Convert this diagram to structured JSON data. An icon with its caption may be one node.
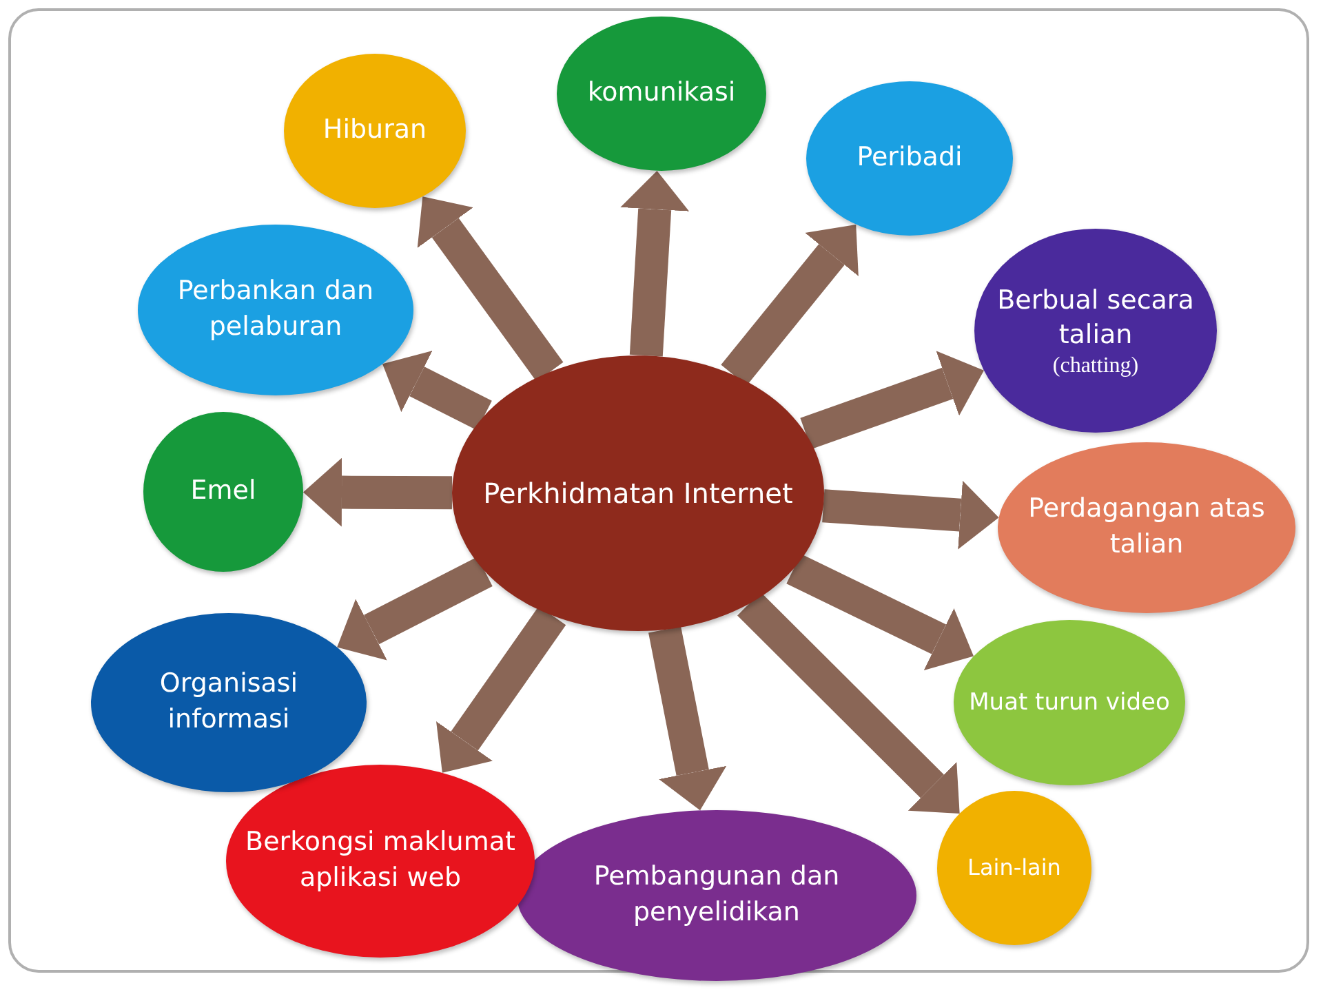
{
  "diagram": {
    "nodes": [
      {
        "text": [
          "Perkhidmatan Internet"
        ]
      },
      {
        "text": [
          "komunikasi"
        ]
      },
      {
        "text": [
          "Peribadi"
        ]
      },
      {
        "text": [
          "Berbual secara talian",
          "(chatting)"
        ]
      },
      {
        "text": [
          "Perdagangan atas talian"
        ]
      },
      {
        "text": [
          "Muat turun video"
        ]
      },
      {
        "text": [
          "Lain-lain"
        ]
      },
      {
        "text": [
          "Pembangunan dan penyelidikan"
        ]
      },
      {
        "text": [
          "Berkongsi maklumat aplikasi web"
        ]
      },
      {
        "text": [
          "Organisasi informasi"
        ]
      },
      {
        "text": [
          "Emel"
        ]
      },
      {
        "text": [
          "Perbankan dan pelaburan"
        ]
      },
      {
        "text": [
          "Hiburan"
        ]
      }
    ],
    "edges": [
      {
        "from": 0,
        "to": 1,
        "arrow": "to"
      },
      {
        "from": 0,
        "to": 2,
        "arrow": "to"
      },
      {
        "from": 0,
        "to": 3,
        "arrow": "to"
      },
      {
        "from": 0,
        "to": 4,
        "arrow": "to"
      },
      {
        "from": 0,
        "to": 5,
        "arrow": "to"
      },
      {
        "from": 0,
        "to": 6,
        "arrow": "to"
      },
      {
        "from": 0,
        "to": 7,
        "arrow": "to"
      },
      {
        "from": 0,
        "to": 8,
        "arrow": "to"
      },
      {
        "from": 0,
        "to": 9,
        "arrow": "to"
      },
      {
        "from": 0,
        "to": 10,
        "arrow": "to"
      },
      {
        "from": 0,
        "to": 11,
        "arrow": "to"
      },
      {
        "from": 0,
        "to": 12,
        "arrow": "to"
      }
    ]
  }
}
